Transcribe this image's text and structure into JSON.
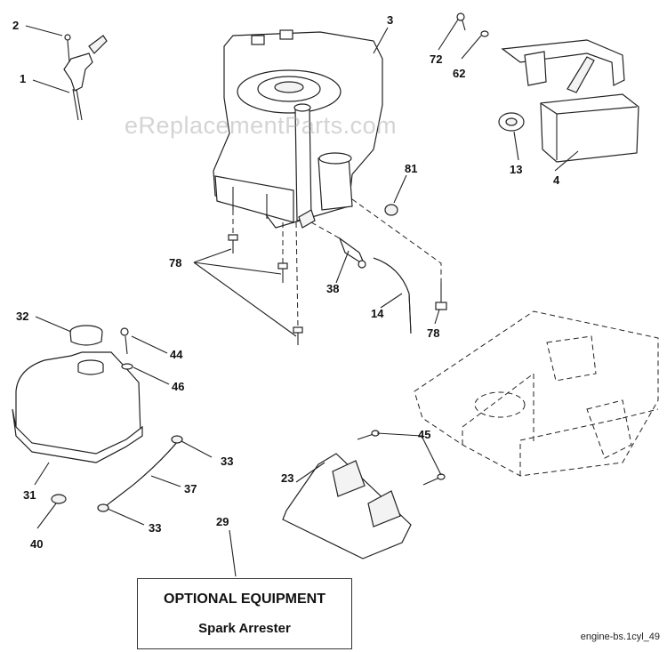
{
  "watermark": "eReplacementParts.com",
  "callouts": {
    "c1": "1",
    "c2": "2",
    "c3": "3",
    "c4": "4",
    "c13": "13",
    "c14": "14",
    "c23": "23",
    "c29": "29",
    "c31": "31",
    "c32": "32",
    "c33a": "33",
    "c33b": "33",
    "c37": "37",
    "c38": "38",
    "c40": "40",
    "c44": "44",
    "c45": "45",
    "c46": "46",
    "c62": "62",
    "c72": "72",
    "c78a": "78",
    "c78b": "78",
    "c81": "81"
  },
  "optional_box": {
    "title": "OPTIONAL EQUIPMENT",
    "subtitle": "Spark Arrester"
  },
  "footer": "engine-bs.1cyl_49"
}
